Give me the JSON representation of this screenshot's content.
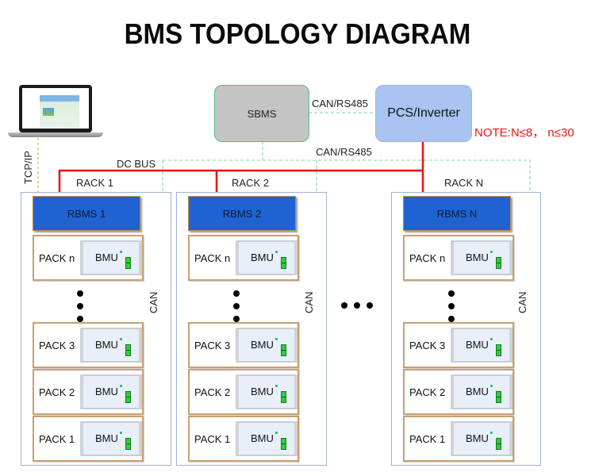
{
  "title": "BMS TOPOLOGY DIAGRAM",
  "colors": {
    "dc_bus": "#ee1111",
    "can_rs485_link": "#8ee0b8",
    "can_link": "#2a56a8",
    "tcp_ip_link": "#f5b04a",
    "rbms_fill": "#1e63d1",
    "sbms_fill": "#c4c4c4",
    "pcs_fill": "#a9c4f0",
    "note_color": "#ee1111"
  },
  "nodes": {
    "laptop": {
      "icon": "laptop-icon",
      "label": ""
    },
    "sbms": {
      "label": "SBMS"
    },
    "pcs": {
      "label": "PCS/Inverter"
    }
  },
  "labels": {
    "tcp_ip": "TCP/IP",
    "dc_bus": "DC BUS",
    "can_rs485_top": "CAN/RS485",
    "can_rs485_bus": "CAN/RS485",
    "note": "NOTE:N≤8， n≤30",
    "ellipsis_racks": "• • •"
  },
  "racks": [
    {
      "label": "RACK 1",
      "rbms": "RBMS 1",
      "can_label": "CAN",
      "packs": [
        {
          "label": "PACK n",
          "bmu": "BMU"
        },
        {
          "label": "PACK 3",
          "bmu": "BMU"
        },
        {
          "label": "PACK 2",
          "bmu": "BMU"
        },
        {
          "label": "PACK 1",
          "bmu": "BMU"
        }
      ]
    },
    {
      "label": "RACK 2",
      "rbms": "RBMS 2",
      "can_label": "CAN",
      "packs": [
        {
          "label": "PACK n",
          "bmu": "BMU"
        },
        {
          "label": "PACK 3",
          "bmu": "BMU"
        },
        {
          "label": "PACK 2",
          "bmu": "BMU"
        },
        {
          "label": "PACK 1",
          "bmu": "BMU"
        }
      ]
    },
    {
      "label": "RACK N",
      "rbms": "RBMS N",
      "can_label": "CAN",
      "packs": [
        {
          "label": "PACK n",
          "bmu": "BMU"
        },
        {
          "label": "PACK 3",
          "bmu": "BMU"
        },
        {
          "label": "PACK 2",
          "bmu": "BMU"
        },
        {
          "label": "PACK 1",
          "bmu": "BMU"
        }
      ]
    }
  ]
}
